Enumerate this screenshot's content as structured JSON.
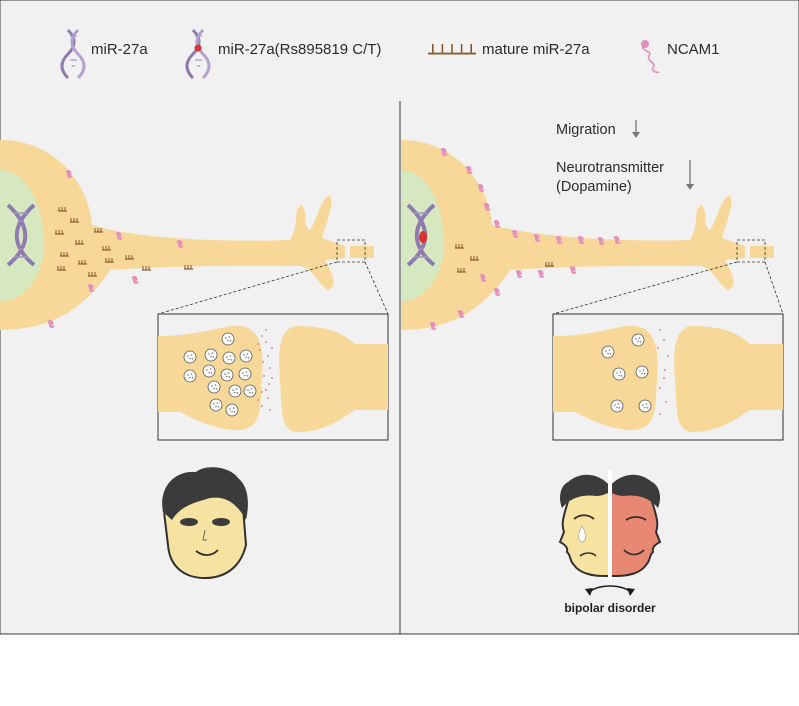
{
  "legend": {
    "mirna": "miR-27a",
    "variant": "miR-27a(Rs895819 C/T)",
    "mature": "mature miR-27a",
    "ncam": "NCAM1"
  },
  "right_panel": {
    "migration": "Migration",
    "neurotransmitter_line1": "Neurotransmitter",
    "neurotransmitter_line2": "(Dopamine)"
  },
  "caption": "bipolar disorder",
  "colors": {
    "panel": "#f1f1f1",
    "neuron": "#f8d898",
    "nucleus": "#d6e8c0",
    "dna": "#8f7bb0",
    "ncam": "#e48fbc",
    "mature": "#8a5a2c",
    "variant": "#d8332f",
    "face_left": "#f6e3a2",
    "face_right": "#e88772",
    "hair": "#3b3b3b"
  }
}
